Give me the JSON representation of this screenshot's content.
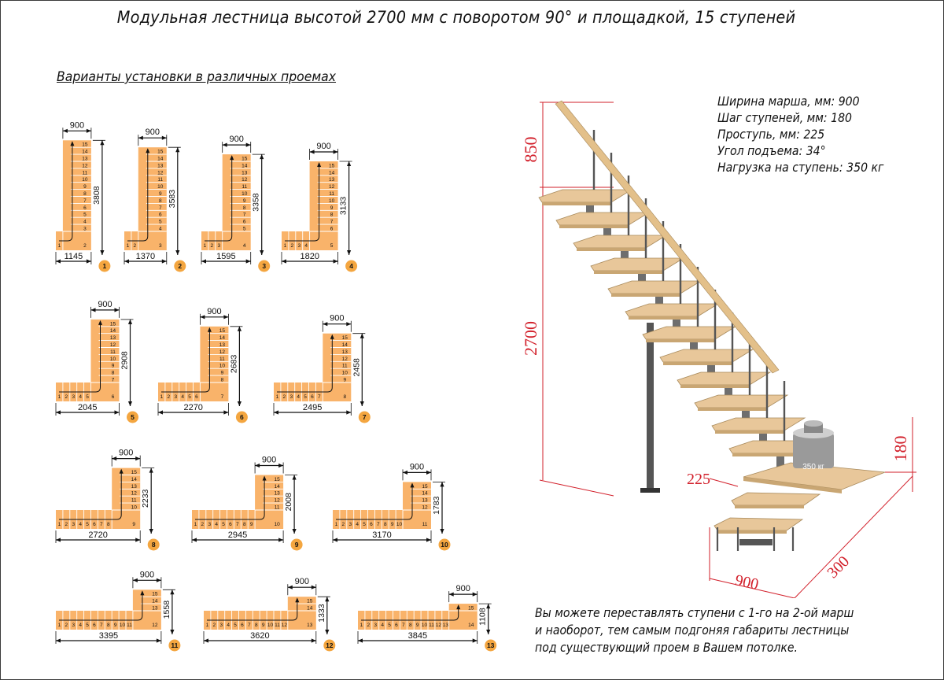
{
  "title": "Модульная лестница высотой 2700 мм с поворотом 90° и площадкой, 15 ступеней",
  "subtitle": "Варианты установки в различных проемах",
  "specs": [
    "Ширина марша, мм: 900",
    "Шаг ступеней, мм: 180",
    "Проступь, мм: 225",
    "Угол подъема: 34°",
    "Нагрузка на ступень: 350 кг"
  ],
  "note_lines": [
    "Вы можете переставлять ступени с 1-го на 2-ой марш",
    "и наоборот, тем самым подгоняя габариты лестницы",
    "под существующий проем в Вашем потолке."
  ],
  "colors": {
    "step_fill": "#f9b36a",
    "step_line": "#ffffff",
    "dimension": "#111111",
    "badge": "#f4a640",
    "red_dim": "#d21f2a",
    "tread": "#e8c79a",
    "metal": "#6e6e6e"
  },
  "variants": [
    {
      "number": "1",
      "width_label": "900",
      "length_label": "1145",
      "height_label": "3808",
      "lower_steps": 1
    },
    {
      "number": "2",
      "width_label": "900",
      "length_label": "1370",
      "height_label": "3583",
      "lower_steps": 2
    },
    {
      "number": "3",
      "width_label": "900",
      "length_label": "1595",
      "height_label": "3358",
      "lower_steps": 3
    },
    {
      "number": "4",
      "width_label": "900",
      "length_label": "1820",
      "height_label": "3133",
      "lower_steps": 4
    },
    {
      "number": "5",
      "width_label": "900",
      "length_label": "2045",
      "height_label": "2908",
      "lower_steps": 5
    },
    {
      "number": "6",
      "width_label": "900",
      "length_label": "2270",
      "height_label": "2683",
      "lower_steps": 6
    },
    {
      "number": "7",
      "width_label": "900",
      "length_label": "2495",
      "height_label": "2458",
      "lower_steps": 7
    },
    {
      "number": "8",
      "width_label": "900",
      "length_label": "2720",
      "height_label": "2233",
      "lower_steps": 8
    },
    {
      "number": "9",
      "width_label": "900",
      "length_label": "2945",
      "height_label": "2008",
      "lower_steps": 9
    },
    {
      "number": "10",
      "width_label": "900",
      "length_label": "3170",
      "height_label": "1783",
      "lower_steps": 10
    },
    {
      "number": "11",
      "width_label": "900",
      "length_label": "3395",
      "height_label": "1558",
      "lower_steps": 11
    },
    {
      "number": "12",
      "width_label": "900",
      "length_label": "3620",
      "height_label": "1333",
      "lower_steps": 12
    },
    {
      "number": "13",
      "width_label": "900",
      "length_label": "3845",
      "height_label": "1108",
      "lower_steps": 13
    }
  ],
  "stair": {
    "dim_handrail": "850",
    "dim_height": "2700",
    "dim_riser": "180",
    "dim_tread": "225",
    "dim_width": "900",
    "dim_landing": "300",
    "weight_label": "350 кг"
  }
}
